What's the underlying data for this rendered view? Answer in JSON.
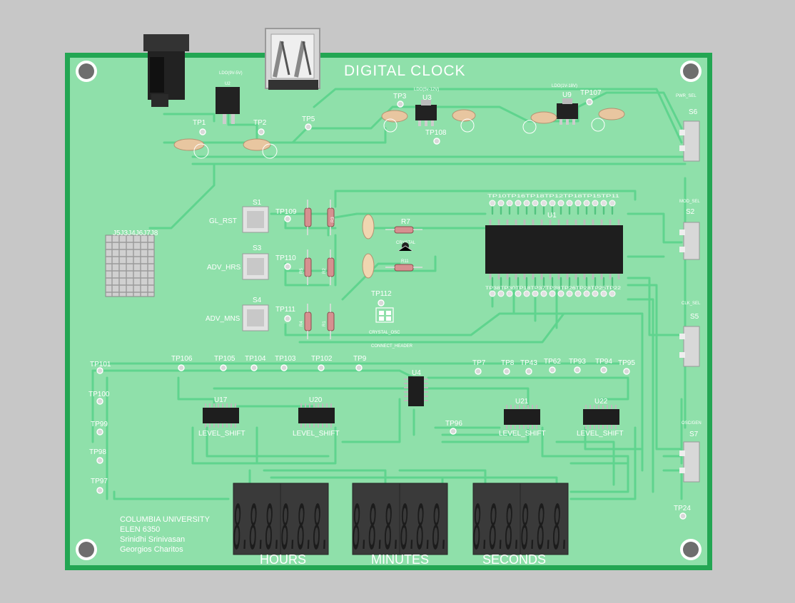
{
  "board": {
    "title": "DIGITAL CLOCK",
    "colors": {
      "board": "#8fe0aa",
      "edge": "#23a653",
      "trace": "#5fd48e",
      "background": "#c7c7c7",
      "display": "#3a3a3a"
    },
    "credits": [
      "COLUMBIA UNIVERSITY",
      "ELEN 6350",
      "Srinidhi Srinivasan",
      "Georgios Charitos"
    ],
    "display_labels": {
      "hours": "HOURS",
      "minutes": "MINUTES",
      "seconds": "SECONDS"
    },
    "display_digits": "8.8.8.8.8.8."
  },
  "switches": {
    "gl_rst": {
      "ref": "S1",
      "label": "GL_RST"
    },
    "adv_hrs": {
      "ref": "S3",
      "label": "ADV_HRS"
    },
    "adv_mns": {
      "ref": "S4",
      "label": "ADV_MNS"
    },
    "pwr_sel": {
      "ref": "S6",
      "label": "PWR_SEL"
    },
    "mod_sel": {
      "ref": "S2",
      "label": "MOD_SEL"
    },
    "clk_sel": {
      "ref": "S5",
      "label": "CLK_SEL"
    },
    "osc_gen": {
      "ref": "S7",
      "label": "OSC/GEN"
    }
  },
  "components": {
    "u2": {
      "ref": "U2",
      "note": "LDO(9V-5V)"
    },
    "u3": {
      "ref": "U3",
      "note": "LDO(5v-12V)"
    },
    "u9": {
      "ref": "U9",
      "note": "LDO(1V-18V)"
    },
    "u1": {
      "ref": "U1"
    },
    "u4": {
      "ref": "U4"
    },
    "u17": {
      "ref": "U17",
      "label": "LEVEL_SHIFT"
    },
    "u20": {
      "ref": "U20",
      "label": "LEVEL_SHIFT"
    },
    "u21": {
      "ref": "U21",
      "label": "LEVEL_SHIFT"
    },
    "u22": {
      "ref": "U22",
      "label": "LEVEL_SHIFT"
    },
    "header": {
      "ref": "J5J3J4J6J7J8"
    },
    "resistors": [
      "R3",
      "R5",
      "R2",
      "R4",
      "R1",
      "R7",
      "R11"
    ],
    "crystal": "CRYSTAL",
    "crystal_osc": "CRYSTAL_OSC",
    "connect_header": "CONNECT_HEADER"
  },
  "test_points": [
    "TP1",
    "TP2",
    "TP3",
    "TP5",
    "TP108",
    "TP107",
    "TP109",
    "TP110",
    "TP111",
    "TP112",
    "TP101",
    "TP106",
    "TP105",
    "TP104",
    "TP103",
    "TP102",
    "TP9",
    "TP7",
    "TP8",
    "TP43",
    "TP62",
    "TP93",
    "TP94",
    "TP95",
    "TP100",
    "TP99",
    "TP98",
    "TP97",
    "TP96",
    "TP24"
  ],
  "u1_pin_labels_top": "TP10TP16TP18TP12TP18TP15TP11",
  "u1_pin_labels_bottom": "TP38TP30TP18TP37TP38TP26TP28TP25TP22"
}
